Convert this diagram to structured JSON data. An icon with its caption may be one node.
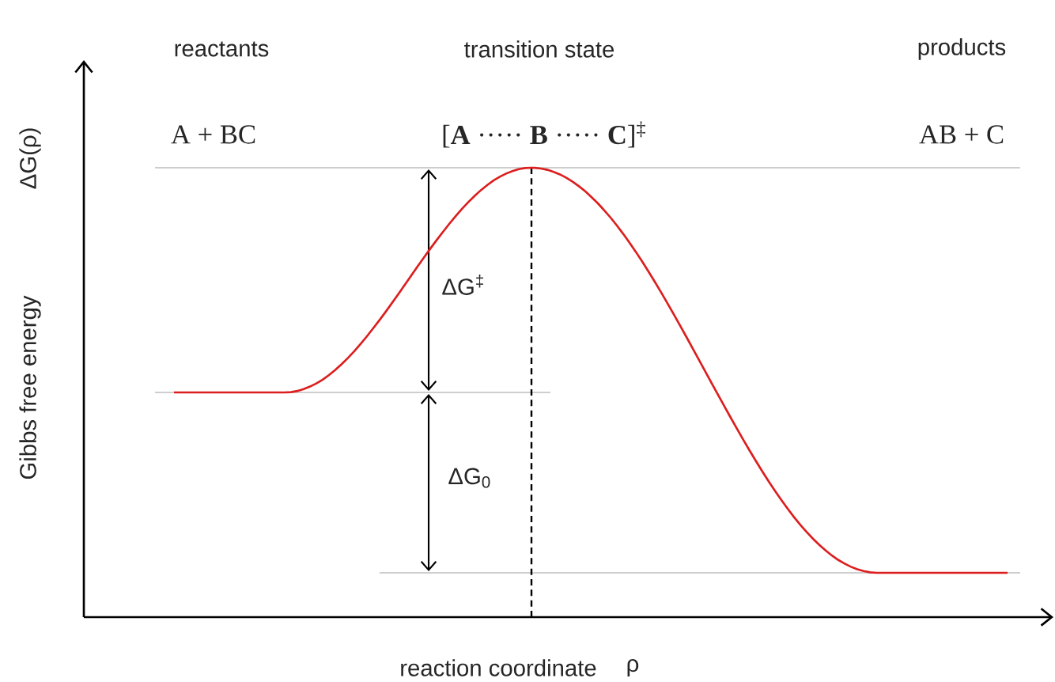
{
  "diagram": {
    "labels": [
      "reactants",
      "transition state",
      "products",
      "A + BC",
      "[**A** ····· **B** ····· **C**]$^{‡}$",
      "AB + C",
      "ΔG(ρ)",
      "Gibbs free energy",
      "ΔG$^{‡}$",
      "ΔG$_{0}$",
      "reaction coordinate",
      "ρ"
    ]
  }
}
